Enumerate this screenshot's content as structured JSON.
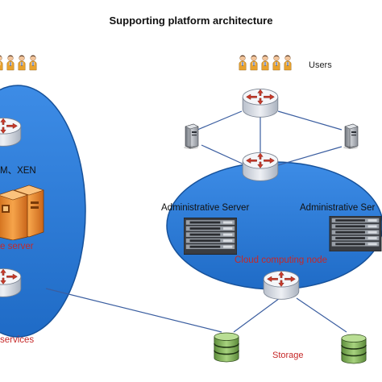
{
  "title": "Supporting platform architecture",
  "labels": {
    "users": "Users",
    "hypervisors": "M、XEN",
    "local_server": "e server",
    "services": "services",
    "admin_server_left": "Administrative Server",
    "admin_server_right": "Administrative Ser",
    "cloud_node": "Cloud computing node",
    "storage": "Storage"
  },
  "colors": {
    "ellipse_fill": "#2a7bd8",
    "ellipse_stroke": "#16519a",
    "router_body": "#d3d8e0",
    "router_top": "#f4f5f8",
    "router_arrows": "#c73a2a",
    "link_line": "#3b5ea0",
    "storage_green": "#8fc06a",
    "server_orange": "#f39b3c",
    "label_red": "#c62828"
  },
  "icons": {
    "users": "user-icon",
    "router": "router-icon",
    "pc": "server-tower-icon",
    "rack": "rack-server-icon",
    "storage": "database-icon",
    "local_server": "orange-server-icon"
  }
}
